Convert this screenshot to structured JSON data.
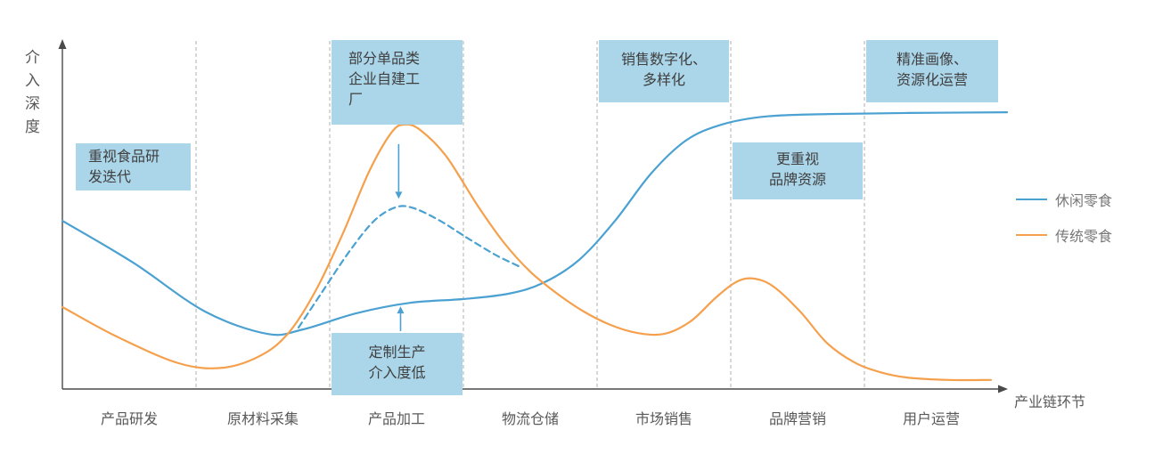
{
  "canvas": {
    "background": "#ffffff"
  },
  "chart_data": {
    "type": "line",
    "title": "",
    "ylabel": "介入深度",
    "xlabel": "产业链环节",
    "categories": [
      "产品研发",
      "原材料采集",
      "产品加工",
      "物流仓储",
      "市场销售",
      "品牌营销",
      "用户运营"
    ],
    "grid": "vertical dashed separators between industry-chain stages; qualitative axes without numeric ticks; depth normalized 0-1",
    "series": [
      {
        "name": "休闲零食",
        "key": "casual-snacks",
        "color": "#4BA1D1",
        "line_style": "solid",
        "points": [
          [
            0,
            0.482
          ],
          [
            0.075,
            0.362
          ],
          [
            0.151,
            0.222
          ],
          [
            0.217,
            0.158
          ],
          [
            0.255,
            0.171
          ],
          [
            0.311,
            0.217
          ],
          [
            0.368,
            0.247
          ],
          [
            0.425,
            0.258
          ],
          [
            0.472,
            0.273
          ],
          [
            0.509,
            0.304
          ],
          [
            0.547,
            0.37
          ],
          [
            0.585,
            0.482
          ],
          [
            0.623,
            0.617
          ],
          [
            0.66,
            0.712
          ],
          [
            0.698,
            0.758
          ],
          [
            0.745,
            0.781
          ],
          [
            0.811,
            0.788
          ],
          [
            0.896,
            0.791
          ],
          [
            1,
            0.793
          ]
        ]
      },
      {
        "name": "传统零食",
        "key": "traditional-snacks",
        "color": "#F5A04C",
        "line_style": "solid",
        "points": [
          [
            0,
            0.235
          ],
          [
            0.057,
            0.151
          ],
          [
            0.123,
            0.074
          ],
          [
            0.17,
            0.061
          ],
          [
            0.212,
            0.099
          ],
          [
            0.241,
            0.166
          ],
          [
            0.269,
            0.286
          ],
          [
            0.297,
            0.446
          ],
          [
            0.325,
            0.625
          ],
          [
            0.349,
            0.737
          ],
          [
            0.363,
            0.758
          ],
          [
            0.379,
            0.742
          ],
          [
            0.406,
            0.668
          ],
          [
            0.439,
            0.528
          ],
          [
            0.467,
            0.421
          ],
          [
            0.495,
            0.337
          ],
          [
            0.524,
            0.273
          ],
          [
            0.552,
            0.222
          ],
          [
            0.58,
            0.184
          ],
          [
            0.608,
            0.161
          ],
          [
            0.637,
            0.158
          ],
          [
            0.665,
            0.194
          ],
          [
            0.693,
            0.265
          ],
          [
            0.715,
            0.309
          ],
          [
            0.733,
            0.316
          ],
          [
            0.753,
            0.293
          ],
          [
            0.781,
            0.222
          ],
          [
            0.809,
            0.133
          ],
          [
            0.838,
            0.077
          ],
          [
            0.866,
            0.048
          ],
          [
            0.894,
            0.033
          ],
          [
            0.939,
            0.026
          ],
          [
            0.983,
            0.026
          ]
        ]
      },
      {
        "name": "休闲零食-定制生产低介入",
        "key": "custom-production-dashed",
        "color": "#4BA1D1",
        "line_style": "dashed",
        "points": [
          [
            0.25,
            0.176
          ],
          [
            0.275,
            0.278
          ],
          [
            0.304,
            0.395
          ],
          [
            0.33,
            0.482
          ],
          [
            0.352,
            0.52
          ],
          [
            0.37,
            0.52
          ],
          [
            0.398,
            0.485
          ],
          [
            0.428,
            0.434
          ],
          [
            0.458,
            0.385
          ],
          [
            0.483,
            0.352
          ]
        ]
      }
    ],
    "legend": {
      "position": "right",
      "items": [
        {
          "label": "休闲零食",
          "color": "#4BA1D1"
        },
        {
          "label": "传统零食",
          "color": "#F5A04C"
        }
      ]
    },
    "annotations": [
      {
        "text": "重视食品研\n发迭代",
        "stage": "产品研发",
        "align": "left"
      },
      {
        "text": "部分单品类\n企业自建工\n厂",
        "stage": "产品加工",
        "align": "left"
      },
      {
        "text": "定制生产\n介入度低",
        "stage": "产品加工",
        "align": "center"
      },
      {
        "text": "销售数字化、\n多样化",
        "stage": "市场销售",
        "align": "center"
      },
      {
        "text": "更重视\n品牌资源",
        "stage": "品牌营销",
        "align": "center"
      },
      {
        "text": "精准画像、\n资源化运营",
        "stage": "用户运营",
        "align": "center"
      }
    ],
    "connectors": [
      {
        "x": 0.356,
        "from_depth": 0.702,
        "to_depth": 0.545,
        "color": "#4BA1D1",
        "meaning": "传统零食峰值指向定制生产虚线"
      },
      {
        "x": 0.358,
        "from_depth": 0.166,
        "to_depth": 0.237,
        "color": "#4BA1D1",
        "meaning": "定制生产介入度低指向休闲零食曲线"
      }
    ],
    "style": {
      "axis_color": "#4a4a4a",
      "separator_color": "#b0b0b0",
      "annotation_bg": "#ABD5E8",
      "annotation_text": "#3f3f3f",
      "label_color": "#595959",
      "legend_label_color": "#777777"
    }
  }
}
